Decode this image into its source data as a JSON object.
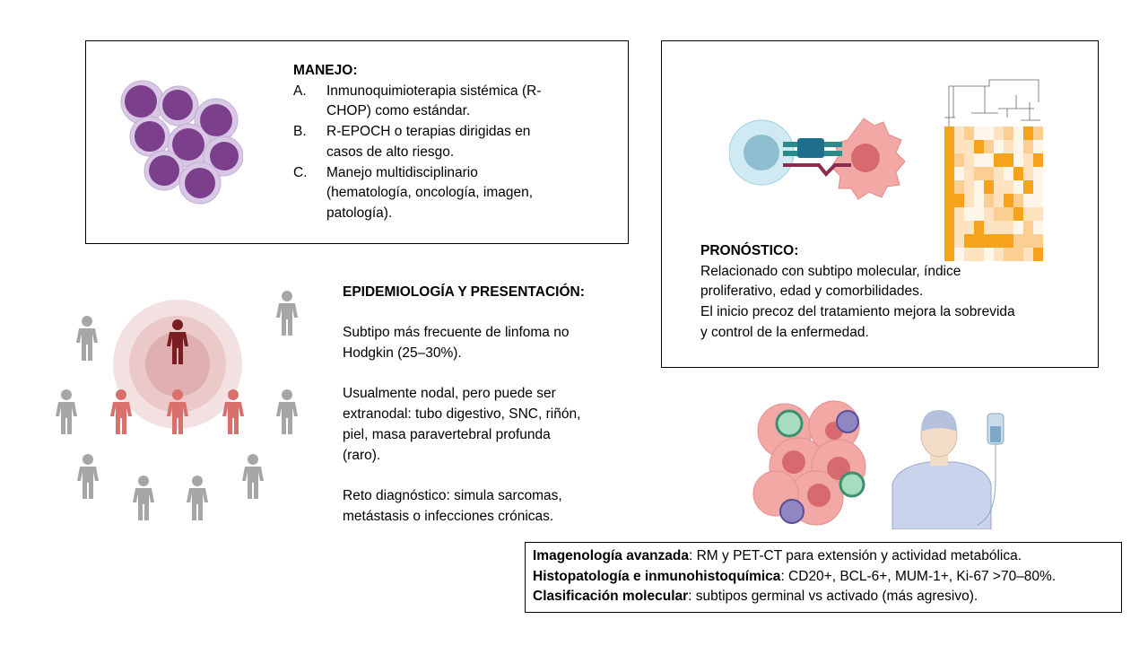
{
  "manejo": {
    "title": "MANEJO:",
    "items": [
      {
        "key": "A.",
        "lines": [
          "Inmunoquimioterapia sistémica (R-",
          "CHOP) como estándar."
        ]
      },
      {
        "key": "B.",
        "lines": [
          "R-EPOCH o terapias dirigidas en",
          "casos de alto riesgo."
        ]
      },
      {
        "key": "C.",
        "lines": [
          "Manejo multidisciplinario",
          "(hematología, oncología, imagen,",
          "patología)."
        ]
      }
    ]
  },
  "pronostico": {
    "title": "PRONÓSTICO:",
    "lines": [
      "Relacionado con subtipo molecular, índice",
      "proliferativo, edad y comorbilidades.",
      "El inicio precoz del tratamiento mejora la sobrevida",
      "y control de la enfermedad."
    ]
  },
  "epidemiologia": {
    "title": "EPIDEMIOLOGÍA Y PRESENTACIÓN:",
    "p1": [
      "Subtipo más frecuente de linfoma no",
      "Hodgkin (25–30%)."
    ],
    "p2": [
      "Usualmente nodal, pero puede ser",
      "extranodal: tubo digestivo, SNC, riñón,",
      "piel, masa paravertebral profunda",
      "(raro)."
    ],
    "p3": [
      "Reto diagnóstico: simula sarcomas,",
      "metástasis o infecciones crónicas."
    ]
  },
  "diagnostico": [
    {
      "label": "Imagenología avanzada",
      "text": ": RM y PET-CT para extensión y actividad metabólica."
    },
    {
      "label": "Histopatología e inmunohistoquímica",
      "text": ": CD20+, BCL-6+, MUM-1+, Ki-67 >70–80%."
    },
    {
      "label": "Clasificación molecular",
      "text": ": subtipos germinal vs activado (más agresivo)."
    }
  ],
  "colors": {
    "cell": "#7b3f8c",
    "person_grey": "#a6a6a6",
    "person_red": "#d9706b",
    "person_dark": "#7a1e24",
    "heat": "#f7a21b"
  }
}
